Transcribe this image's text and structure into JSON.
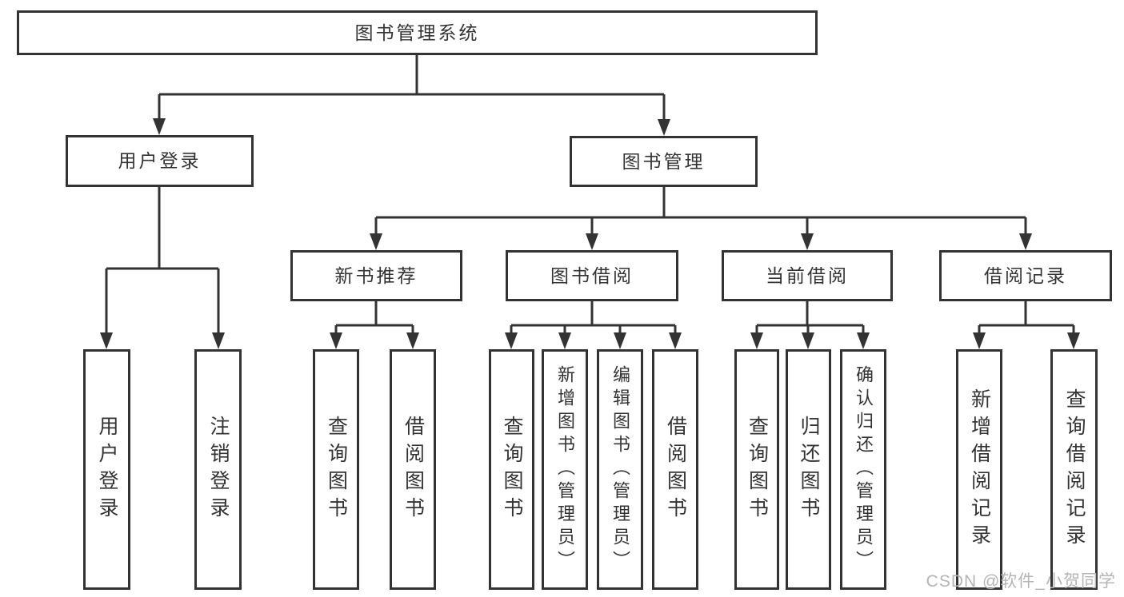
{
  "colors": {
    "line": "#333333",
    "text": "#333333",
    "box_background": "#ffffff",
    "watermark_text_color": "#b5b5b5"
  },
  "diagram": {
    "root": {
      "label": "图书管理系统",
      "children": [
        {
          "label": "用户登录",
          "children": [
            {
              "label": "用户登录"
            },
            {
              "label": "注销登录"
            }
          ]
        },
        {
          "label": "图书管理",
          "children": [
            {
              "label": "新书推荐",
              "children": [
                {
                  "label": "查询图书"
                },
                {
                  "label": "借阅图书"
                }
              ]
            },
            {
              "label": "图书借阅",
              "children": [
                {
                  "label": "查询图书"
                },
                {
                  "label": "新增图书（管理员）"
                },
                {
                  "label": "编辑图书（管理员）"
                },
                {
                  "label": "借阅图书"
                }
              ]
            },
            {
              "label": "当前借阅",
              "children": [
                {
                  "label": "查询图书"
                },
                {
                  "label": "归还图书"
                },
                {
                  "label": "确认归还（管理员）"
                }
              ]
            },
            {
              "label": "借阅记录",
              "children": [
                {
                  "label": "新增借阅记录"
                },
                {
                  "label": "查询借阅记录"
                }
              ]
            }
          ]
        }
      ]
    }
  },
  "watermark": {
    "text": "CSDN @软件_小贺同学"
  }
}
